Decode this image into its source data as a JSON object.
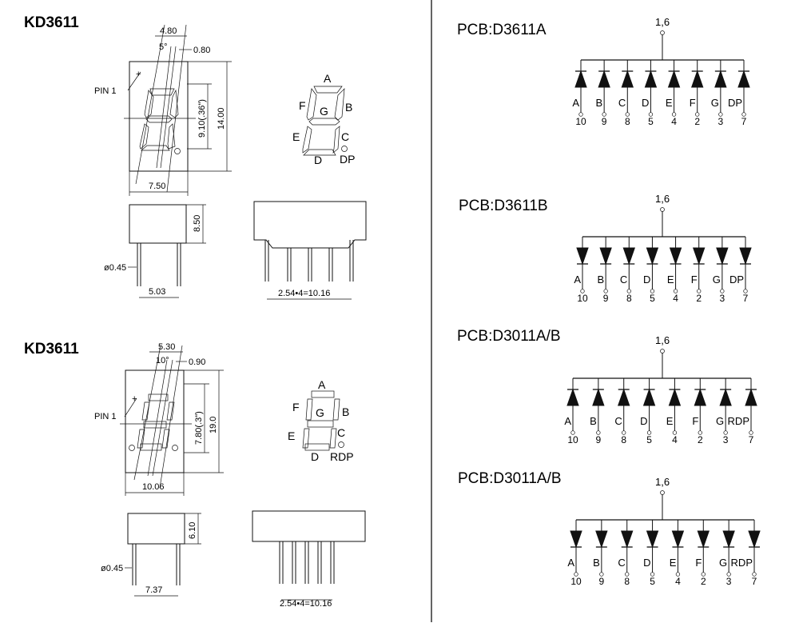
{
  "left_top": {
    "title": "KD3611",
    "dims": {
      "width_top": "4.80",
      "slant": "5°",
      "seg_width": "0.80",
      "pin1": "PIN 1",
      "digit_height": "9.10(.36\")",
      "total_height": "14.00",
      "bottom_width": "7.50",
      "side_height": "8.50",
      "pin_diameter": "ø0.45",
      "pin_spacing": "5.03",
      "pitch": "2.54•4=10.16"
    },
    "segments": {
      "a": "A",
      "b": "B",
      "c": "C",
      "d": "D",
      "e": "E",
      "f": "F",
      "g": "G",
      "dp": "DP"
    }
  },
  "left_bottom": {
    "title": "KD3611",
    "dims": {
      "width_top": "5.30",
      "slant": "10°",
      "seg_width": "0.90",
      "pin1": "PIN 1",
      "digit_height": "7.80(.3\")",
      "total_height": "19.0",
      "bottom_width": "10.06",
      "side_height": "6.10",
      "pin_diameter": "ø0.45",
      "pin_spacing": "7.37",
      "pitch": "2.54•4=10.16"
    },
    "segments": {
      "a": "A",
      "b": "B",
      "c": "C",
      "d": "D",
      "e": "E",
      "f": "F",
      "g": "G",
      "dp": "RDP"
    }
  },
  "schematics": [
    {
      "title": "PCB:D3611A",
      "common": "1,6",
      "direction": "up",
      "labels": [
        "A",
        "B",
        "C",
        "D",
        "E",
        "F",
        "G",
        "DP"
      ],
      "pins": [
        "10",
        "9",
        "8",
        "5",
        "4",
        "2",
        "3",
        "7"
      ]
    },
    {
      "title": "PCB:D3611B",
      "common": "1,6",
      "direction": "down",
      "labels": [
        "A",
        "B",
        "C",
        "D",
        "E",
        "F",
        "G",
        "DP"
      ],
      "pins": [
        "10",
        "9",
        "8",
        "5",
        "4",
        "2",
        "3",
        "7"
      ]
    },
    {
      "title": "PCB:D3011A/B",
      "common": "1,6",
      "direction": "up",
      "labels": [
        "A",
        "B",
        "C",
        "D",
        "E",
        "F",
        "G",
        "RDP"
      ],
      "pins": [
        "10",
        "9",
        "8",
        "5",
        "4",
        "2",
        "3",
        "7"
      ]
    },
    {
      "title": "PCB:D3011A/B",
      "common": "1,6",
      "direction": "down",
      "labels": [
        "A",
        "B",
        "C",
        "D",
        "E",
        "F",
        "G",
        "RDP"
      ],
      "pins": [
        "10",
        "9",
        "8",
        "5",
        "4",
        "2",
        "3",
        "7"
      ]
    }
  ]
}
